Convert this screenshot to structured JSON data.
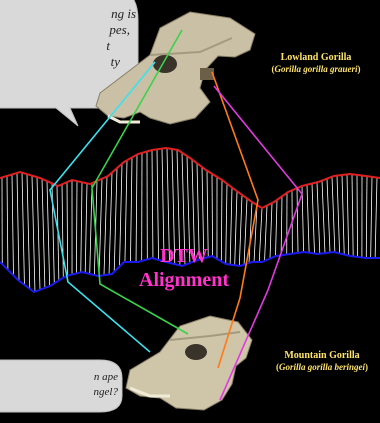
{
  "colors": {
    "background": "#000000",
    "caption_text": "#ffe36e",
    "dtw_label": "#ff33cc",
    "upper_curve": "#e02020",
    "lower_curve": "#1a1aee",
    "hatch": "#ffffff",
    "link_cyan": "#39e2ee",
    "link_green": "#39d24a",
    "link_orange": "#ff7a1a",
    "link_magenta": "#e23ae2",
    "bubble": "#d9d9d9"
  },
  "speech_bubble_top": {
    "lines": [
      "ng is",
      "pes,",
      "t",
      "ty"
    ]
  },
  "speech_bubble_bottom": {
    "lines": [
      "n ape",
      "ngel?"
    ]
  },
  "lowland": {
    "common_name": "Lowland Gorilla",
    "scientific_name": "Gorilla gorilla graueri"
  },
  "mountain": {
    "common_name": "Mountain Gorilla",
    "scientific_name": "Gorilla gorilla beringei"
  },
  "dtw": {
    "line1": "DTW",
    "line2": "Alignment"
  }
}
